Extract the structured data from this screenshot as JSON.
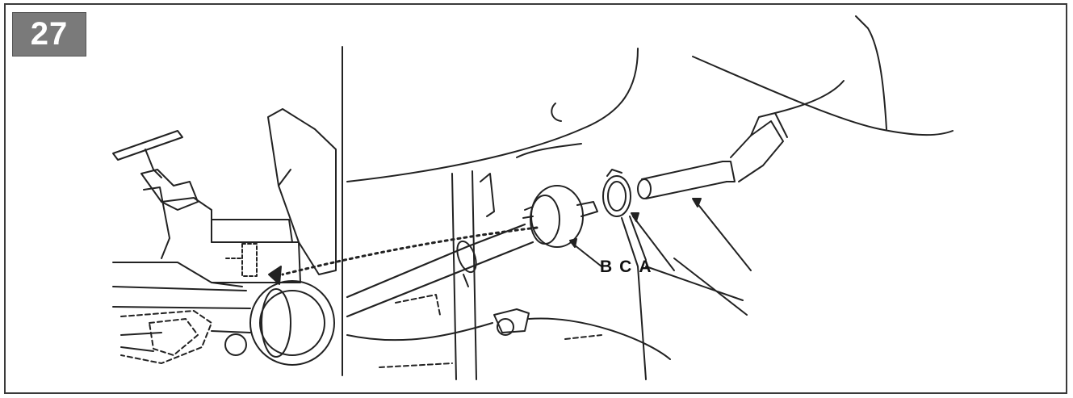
{
  "figure": {
    "number": "27",
    "callouts": [
      "B",
      "C",
      "A"
    ],
    "colors": {
      "line": "#222222",
      "badge_bg": "#7a7a7a",
      "badge_text": "#ffffff"
    }
  }
}
